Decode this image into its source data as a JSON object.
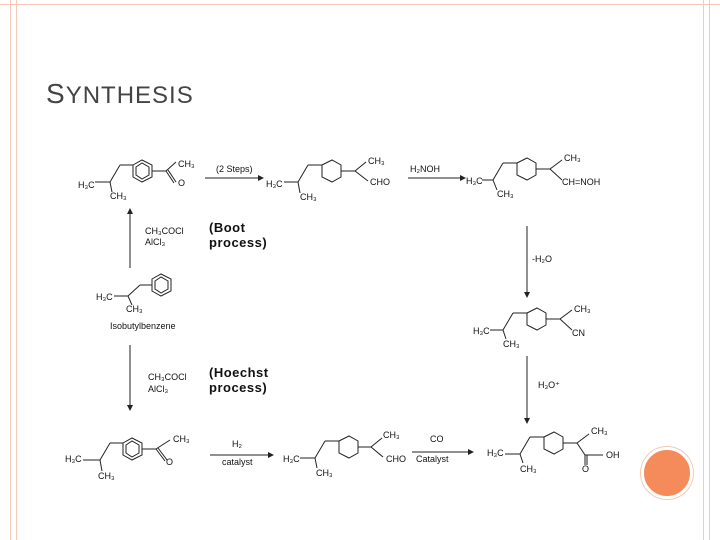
{
  "slide": {
    "title_first_letter": "S",
    "title_rest": "YNTHESIS",
    "accent_color": "#f58a5b",
    "frame_color": "#f3c9b8"
  },
  "labels": {
    "ketone_ch3": "CH₃",
    "ketone_o": "O",
    "ketone_h3c": "H₃C",
    "ketone_ch3_bottom": "CH₃",
    "two_steps": "(2 Steps)",
    "ald_ch3": "CH₃",
    "ald_cho": "CHO",
    "ald_h3c": "H₃C",
    "ald_ch3_bottom": "CH₃",
    "nh2oh": "H₂NOH",
    "oxime_ch3": "CH₃",
    "oxime_ch": "CH=NOH",
    "oxime_h3c": "H₃C",
    "oxime_ch3_bottom": "CH₃",
    "reagent_top_1": "CH₃COCl",
    "reagent_top_2": "AlCl₃",
    "boot_1": "(Boot",
    "boot_2": "process)",
    "minus_h2o": "-H₂O",
    "nitrile_ch3": "CH₃",
    "nitrile_cn": "CN",
    "nitrile_h3c": "H₃C",
    "nitrile_ch3_bottom": "CH₃",
    "iso_h3c": "H₃C",
    "iso_ch3": "CH₃",
    "iso_name": "Isobutylbenzene",
    "reagent_bottom_1": "CH₃COCl",
    "reagent_bottom_2": "AlCl₃",
    "hoechst_1": "(Hoechst",
    "hoechst_2": "process)",
    "h3o": "H₃O⁺",
    "ketone2_ch3": "CH₃",
    "ketone2_o": "O",
    "ketone2_h3c": "H₃C",
    "ketone2_ch3_bottom": "CH₃",
    "h2": "H₂",
    "catalyst_1": "catalyst",
    "alc_ch3": "CH₃",
    "alc_cho": "CHO",
    "alc_h3c": "H₃C",
    "alc_ch3_bottom": "CH₃",
    "co": "CO",
    "catalyst_2": "Catalyst",
    "ibu_ch3": "CH₃",
    "ibu_o": "O",
    "ibu_oh": "OH",
    "ibu_h3c": "H₃C",
    "ibu_ch3_bottom": "CH₃"
  }
}
